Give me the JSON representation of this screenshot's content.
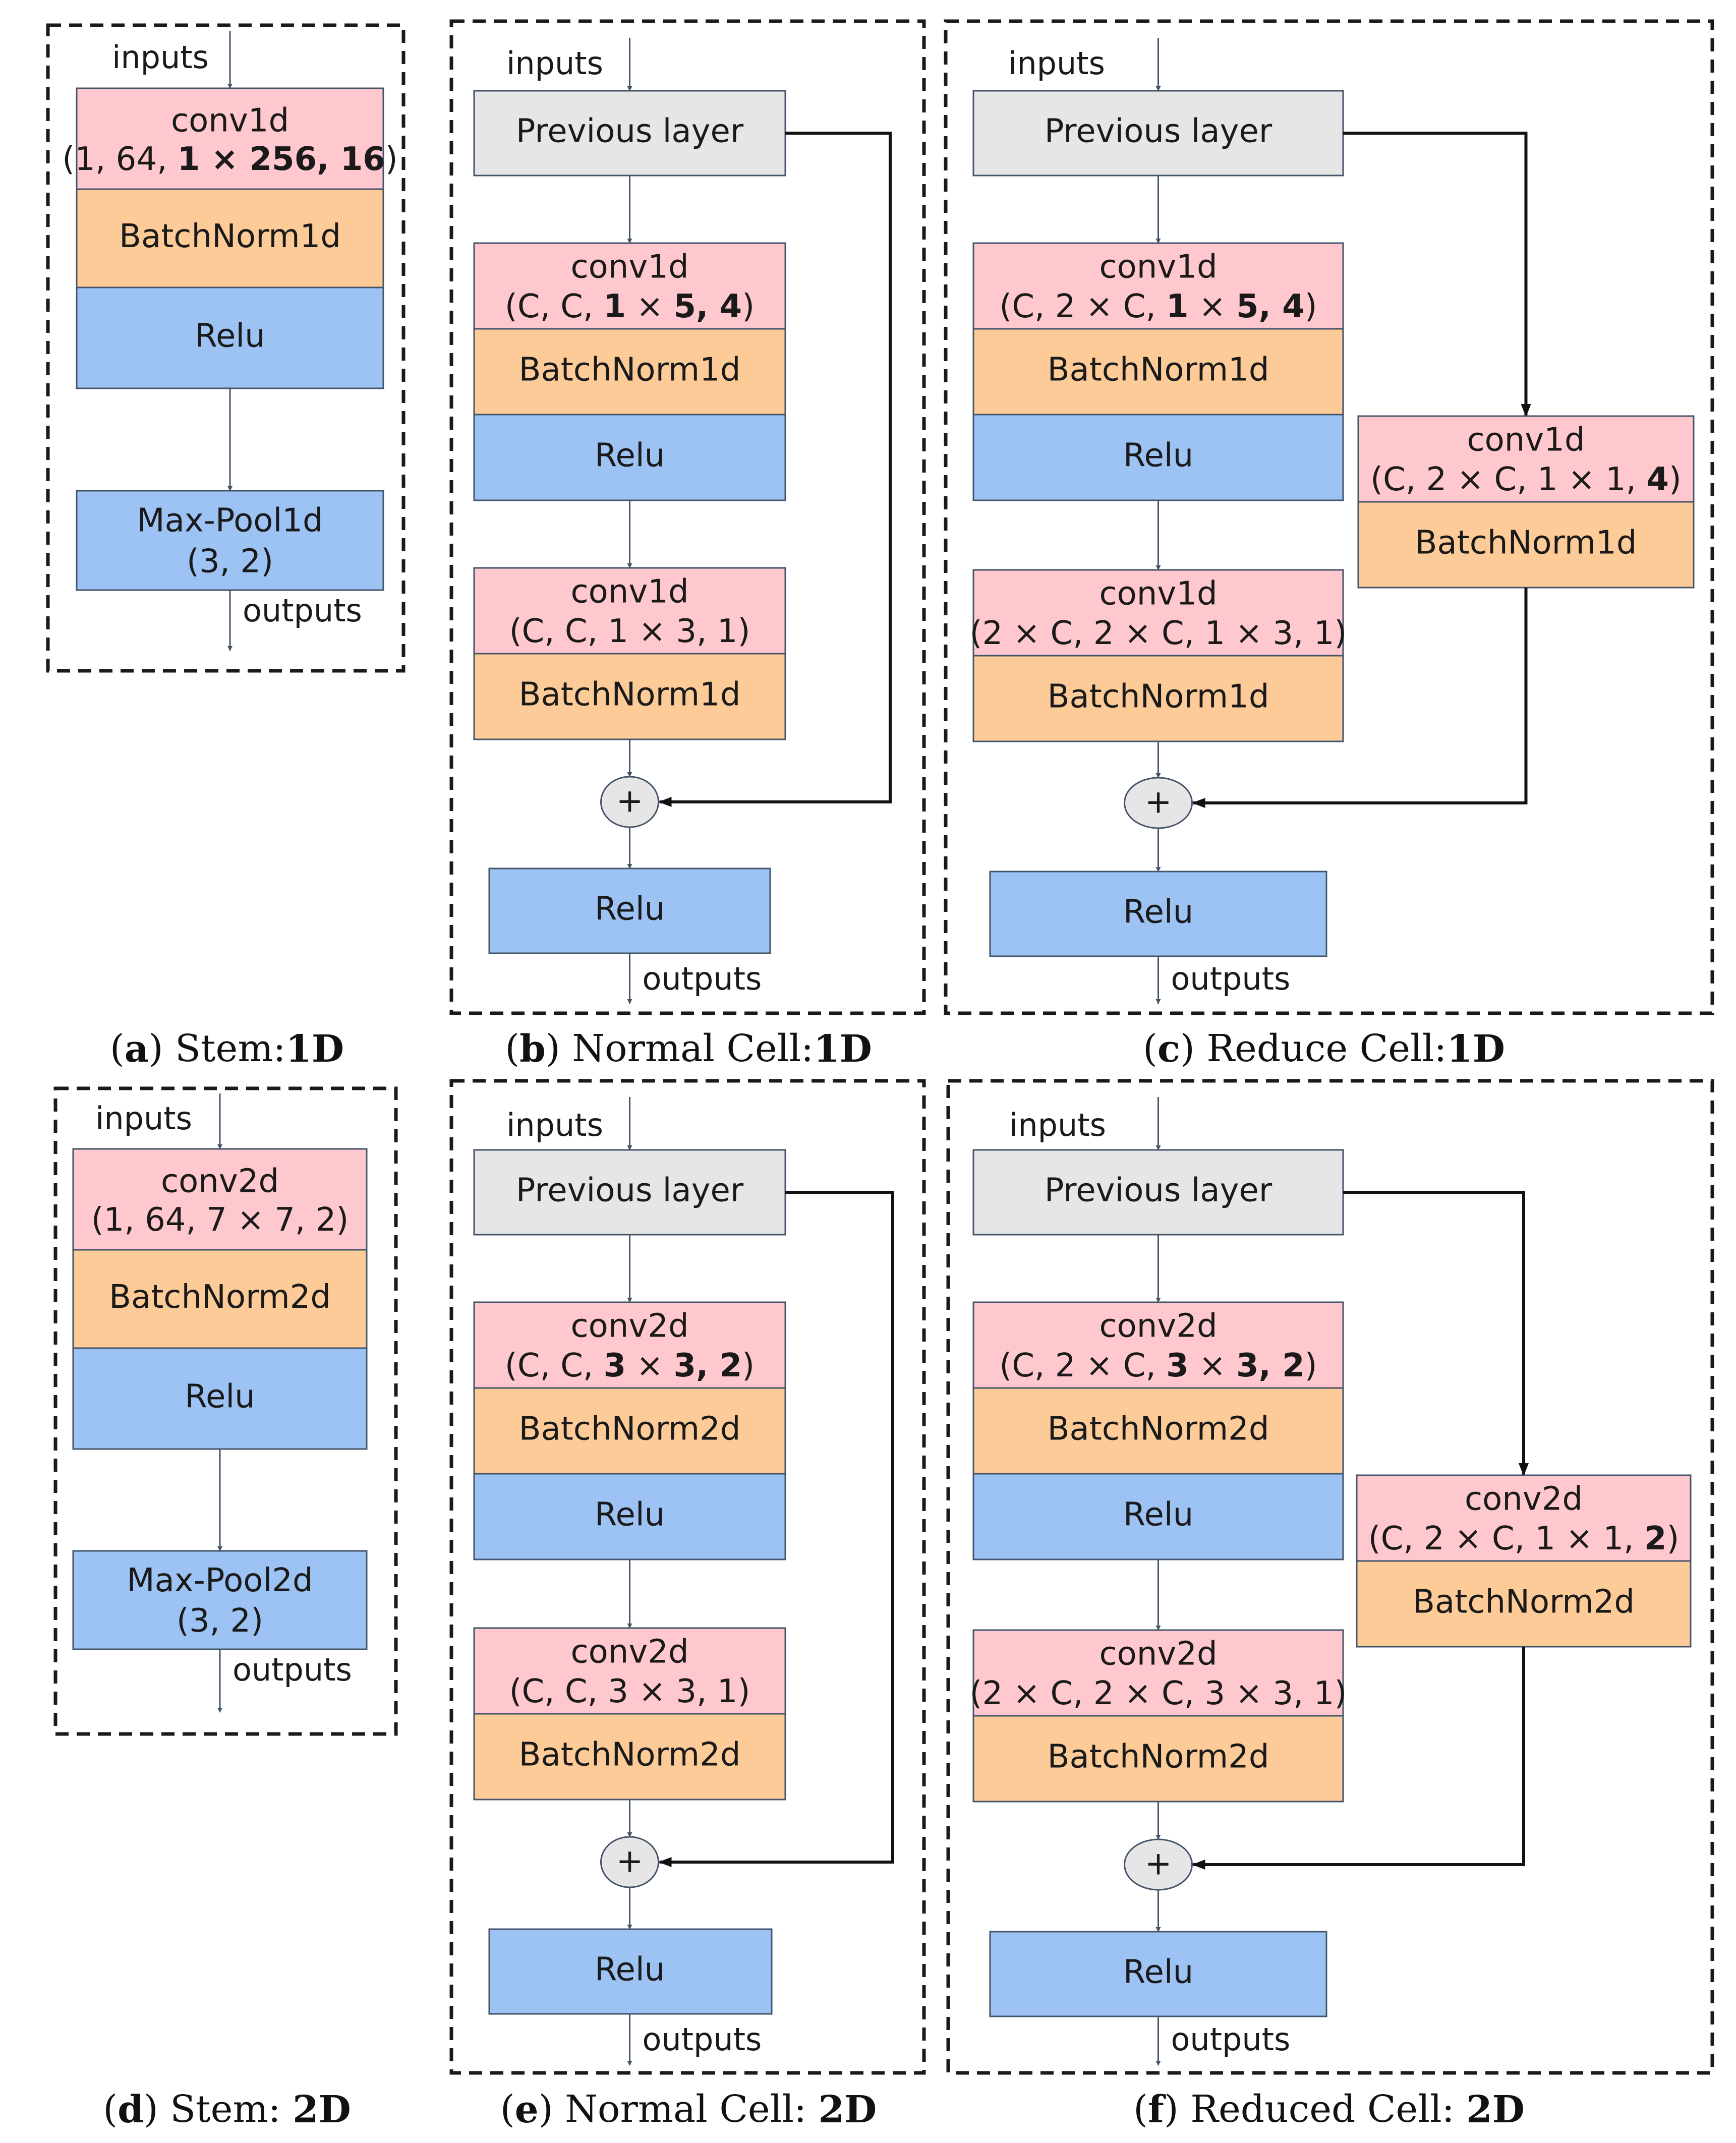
{
  "panels": {
    "stem1d": {
      "caption_letter": "a",
      "caption_text": " Stem:",
      "caption_bold": "1D",
      "inputs": "inputs",
      "outputs": "outputs",
      "conv_name": "conv1d",
      "conv_params": [
        {
          "t": "(1, 64, "
        },
        {
          "t": "1 × 256, 16",
          "b": true
        },
        {
          "t": ")"
        }
      ],
      "bn": "BatchNorm1d",
      "relu": "Relu",
      "pool_name": "Max-Pool1d",
      "pool_params": "(3, 2)"
    },
    "normal1d": {
      "caption_letter": "b",
      "caption_text": " Normal Cell:",
      "caption_bold": "1D",
      "inputs": "inputs",
      "outputs": "outputs",
      "prev": "Previous layer",
      "conv1_name": "conv1d",
      "conv1_params": [
        {
          "t": "(C, C, "
        },
        {
          "t": "1",
          "b": true
        },
        {
          "t": " × "
        },
        {
          "t": "5, 4",
          "b": true
        },
        {
          "t": ")"
        }
      ],
      "bn1": "BatchNorm1d",
      "relu1": "Relu",
      "conv2_name": "conv1d",
      "conv2_params": [
        {
          "t": "(C, C, 1 × 3, 1)"
        }
      ],
      "bn2": "BatchNorm1d",
      "add": "+",
      "relu_out": "Relu"
    },
    "reduce1d": {
      "caption_letter": "c",
      "caption_text": " Reduce Cell:",
      "caption_bold": "1D",
      "inputs": "inputs",
      "outputs": "outputs",
      "prev": "Previous layer",
      "conv1_name": "conv1d",
      "conv1_params": [
        {
          "t": "(C, 2 × C, "
        },
        {
          "t": "1",
          "b": true
        },
        {
          "t": " × "
        },
        {
          "t": "5, 4",
          "b": true
        },
        {
          "t": ")"
        }
      ],
      "bn1": "BatchNorm1d",
      "relu1": "Relu",
      "conv2_name": "conv1d",
      "conv2_params": [
        {
          "t": "(2 × C, 2 × C, 1 × 3, 1)"
        }
      ],
      "bn2": "BatchNorm1d",
      "skip_conv_name": "conv1d",
      "skip_conv_params": [
        {
          "t": "(C, 2 × C, 1 × 1, "
        },
        {
          "t": "4",
          "b": true
        },
        {
          "t": ")"
        }
      ],
      "skip_bn": "BatchNorm1d",
      "add": "+",
      "relu_out": "Relu"
    },
    "stem2d": {
      "caption_letter": "d",
      "caption_text": " Stem: ",
      "caption_bold": "2D",
      "inputs": "inputs",
      "outputs": "outputs",
      "conv_name": "conv2d",
      "conv_params": [
        {
          "t": "(1, 64, 7 × 7, 2)"
        }
      ],
      "bn": "BatchNorm2d",
      "relu": "Relu",
      "pool_name": "Max-Pool2d",
      "pool_params": "(3, 2)"
    },
    "normal2d": {
      "caption_letter": "e",
      "caption_text": " Normal Cell: ",
      "caption_bold": "2D",
      "inputs": "inputs",
      "outputs": "outputs",
      "prev": "Previous layer",
      "conv1_name": "conv2d",
      "conv1_params": [
        {
          "t": "(C, C, "
        },
        {
          "t": "3",
          "b": true
        },
        {
          "t": " × "
        },
        {
          "t": "3, 2",
          "b": true
        },
        {
          "t": ")"
        }
      ],
      "bn1": "BatchNorm2d",
      "relu1": "Relu",
      "conv2_name": "conv2d",
      "conv2_params": [
        {
          "t": "(C, C, 3 × 3, 1)"
        }
      ],
      "bn2": "BatchNorm2d",
      "add": "+",
      "relu_out": "Relu"
    },
    "reduce2d": {
      "caption_letter": "f",
      "caption_text": " Reduced Cell: ",
      "caption_bold": "2D",
      "inputs": "inputs",
      "outputs": "outputs",
      "prev": "Previous layer",
      "conv1_name": "conv2d",
      "conv1_params": [
        {
          "t": "(C, 2 × C, "
        },
        {
          "t": "3",
          "b": true
        },
        {
          "t": " × "
        },
        {
          "t": "3, 2",
          "b": true
        },
        {
          "t": ")"
        }
      ],
      "bn1": "BatchNorm2d",
      "relu1": "Relu",
      "conv2_name": "conv2d",
      "conv2_params": [
        {
          "t": "(2 × C, 2 × C, 3 × 3, 1)"
        }
      ],
      "bn2": "BatchNorm2d",
      "skip_conv_name": "conv2d",
      "skip_conv_params": [
        {
          "t": "(C, 2 × C, 1 × 1, "
        },
        {
          "t": "2",
          "b": true
        },
        {
          "t": ")"
        }
      ],
      "skip_bn": "BatchNorm2d",
      "add": "+",
      "relu_out": "Relu"
    }
  },
  "colors": {
    "conv": "#ffc7ce",
    "batchnorm": "#fdcb98",
    "relu": "#9cc3f4",
    "previous_layer": "#e6e6e6",
    "border": "#44546a",
    "panel_border": "#1a1a1a"
  }
}
